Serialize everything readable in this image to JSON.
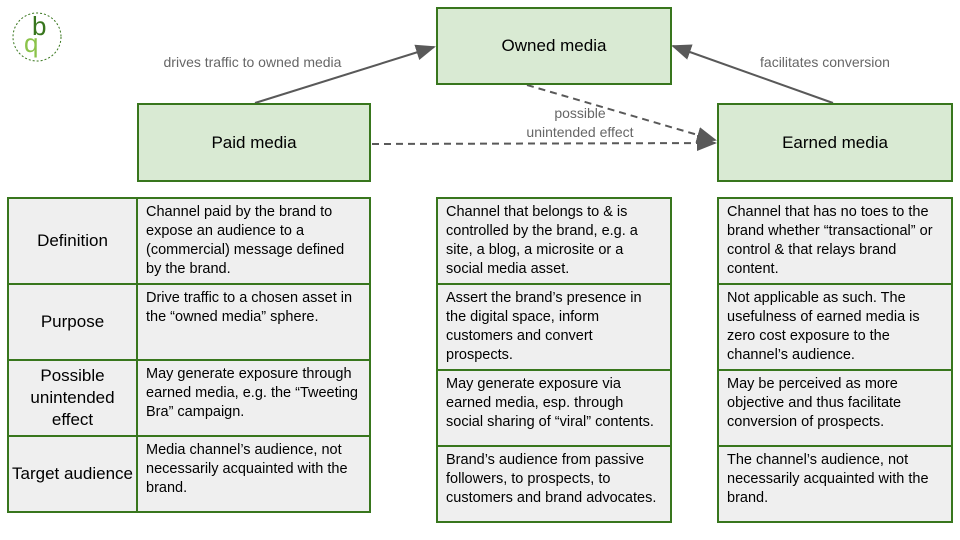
{
  "logo": {
    "text": "bq"
  },
  "nodes": {
    "owned": "Owned media",
    "paid": "Paid media",
    "earned": "Earned media"
  },
  "edges": {
    "paid_to_owned": "drives traffic to owned media",
    "earned_to_owned": "facilitates conversion",
    "unintended": "possible\nunintended effect"
  },
  "row_headers": [
    "Definition",
    "Purpose",
    "Possible unintended effect",
    "Target audience"
  ],
  "paid": [
    "Channel paid by the brand to expose an audience to a (commercial) message defined by the brand.",
    "Drive traffic to a chosen asset in the “owned media” sphere.",
    "May generate exposure through earned media, e.g. the “Tweeting Bra” campaign.",
    "Media channel’s audience, not necessarily acquainted with the brand."
  ],
  "owned": [
    "Channel that belongs to & is controlled by the brand, e.g. a site, a blog, a microsite or a social media asset.",
    "Assert the brand’s presence in the digital space, inform customers and convert prospects.",
    "May generate exposure via earned media, esp. through social sharing of “viral” contents.",
    "Brand’s audience from passive followers, to prospects, to customers and brand advocates."
  ],
  "earned": [
    "Channel that has no toes to the brand whether “transactional” or control & that relays brand content.",
    "Not applicable as such. The usefulness of earned media is zero cost exposure to the channel’s audience.",
    "May be perceived as more objective and thus facilitate conversion of prospects.",
    "The channel’s audience, not necessarily acquainted with the brand."
  ],
  "colors": {
    "border": "#38761d",
    "box_fill": "#d9ead3",
    "cell_fill": "#efefef",
    "arrow": "#595959"
  }
}
